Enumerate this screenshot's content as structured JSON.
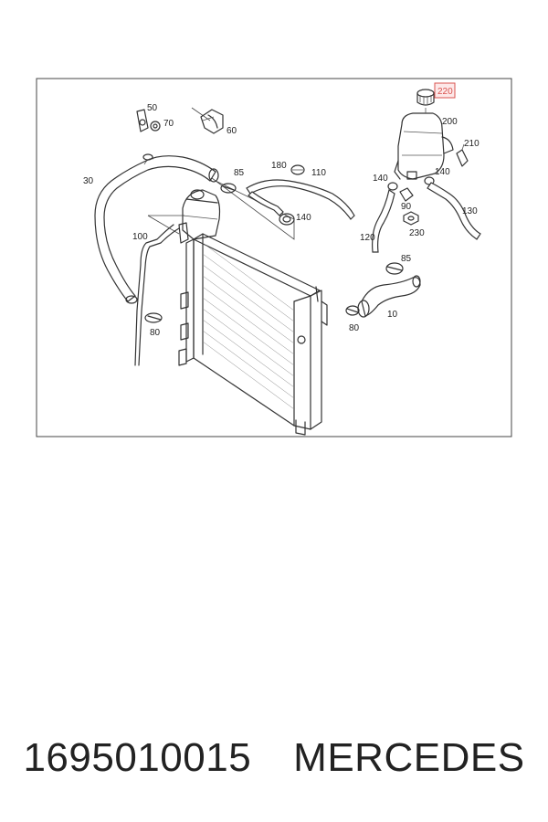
{
  "callouts": {
    "c10": "10",
    "c30": "30",
    "c50": "50",
    "c60": "60",
    "c70": "70",
    "c80a": "80",
    "c80b": "80",
    "c85a": "85",
    "c85b": "85",
    "c90": "90",
    "c100": "100",
    "c110": "110",
    "c120": "120",
    "c130": "130",
    "c140a": "140",
    "c140b": "140",
    "c140c": "140",
    "c180": "180",
    "c200": "200",
    "c210": "210",
    "c220": "220",
    "c230": "230"
  },
  "highlight_color": "#d9534f",
  "caption": {
    "part_number": "1695010015",
    "brand": "MERCEDES"
  }
}
